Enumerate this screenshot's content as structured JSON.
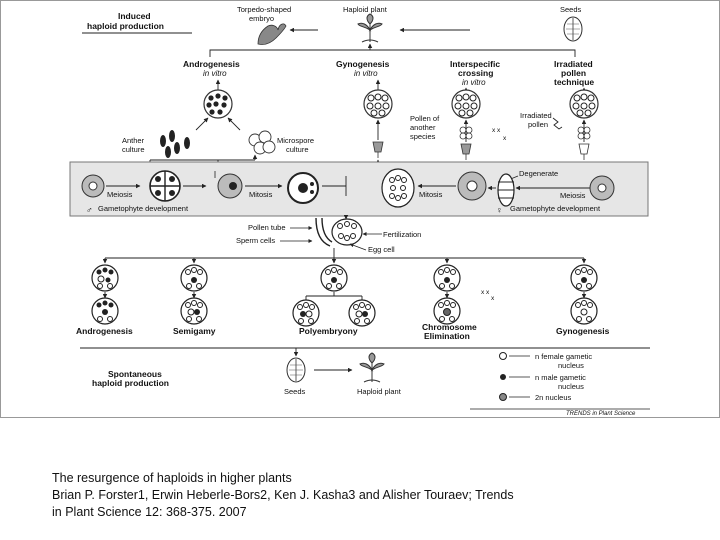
{
  "diagram": {
    "top": {
      "induced_line1": "Induced",
      "induced_line2": "haploid production",
      "torpedo_line1": "Torpedo-shaped",
      "torpedo_line2": "embryo",
      "haploid_plant": "Haploid plant",
      "seeds": "Seeds"
    },
    "methods": {
      "androgenesis": "Androgenesis",
      "androgenesis_sub": "in vitro",
      "gynogenesis": "Gynogenesis",
      "gynogenesis_sub": "in vitro",
      "interspecific_line1": "Interspecific",
      "interspecific_line2": "crossing",
      "interspecific_sub": "in vitro",
      "irradiated_line1": "Irradiated",
      "irradiated_line2": "pollen",
      "irradiated_line3": "technique"
    },
    "culture": {
      "anther_line1": "Anther",
      "anther_line2": "culture",
      "microspore_line1": "Microspore",
      "microspore_line2": "culture",
      "pollen_of_line1": "Pollen of",
      "pollen_of_line2": "another",
      "pollen_of_line3": "species",
      "irradiated_pollen_line1": "Irradiated",
      "irradiated_pollen_line2": "pollen"
    },
    "development": {
      "meiosis_left": "Meiosis",
      "mitosis_left": "Mitosis",
      "mitosis_right": "Mitosis",
      "meiosis_right": "Meiosis",
      "degenerate": "Degenerate",
      "male_symbol": "♂",
      "female_symbol": "♀",
      "gametophyte_left": "Gametophyte development",
      "gametophyte_right": "Gametophyte development"
    },
    "fertilization": {
      "pollen_tube": "Pollen tube",
      "sperm_cells": "Sperm cells",
      "fertilization": "Fertilization",
      "egg_cell": "Egg cell"
    },
    "outcomes": {
      "androgenesis": "Androgenesis",
      "semigamy": "Semigamy",
      "polyembryony": "Polyembryony",
      "chromosome_line1": "Chromosome",
      "chromosome_line2": "Elimination",
      "gynogenesis": "Gynogenesis"
    },
    "spontaneous": {
      "line1": "Spontaneous",
      "line2": "haploid production",
      "seeds": "Seeds",
      "haploid_plant": "Haploid plant"
    },
    "legend": {
      "n_female_line1": "n   female gametic",
      "n_female_line2": "nucleus",
      "n_male_line1": "n   male gametic",
      "n_male_line2": "nucleus",
      "twon": "2n  nucleus"
    },
    "source": "TRENDS in Plant Science"
  },
  "caption": {
    "line1": "The resurgence of haploids in higher plants",
    "line2": "Brian P. Forster1, Erwin Heberle-Bors2, Ken J. Kasha3 and Alisher Touraev; Trends",
    "line3": "in Plant Science 12: 368-375. 2007"
  }
}
